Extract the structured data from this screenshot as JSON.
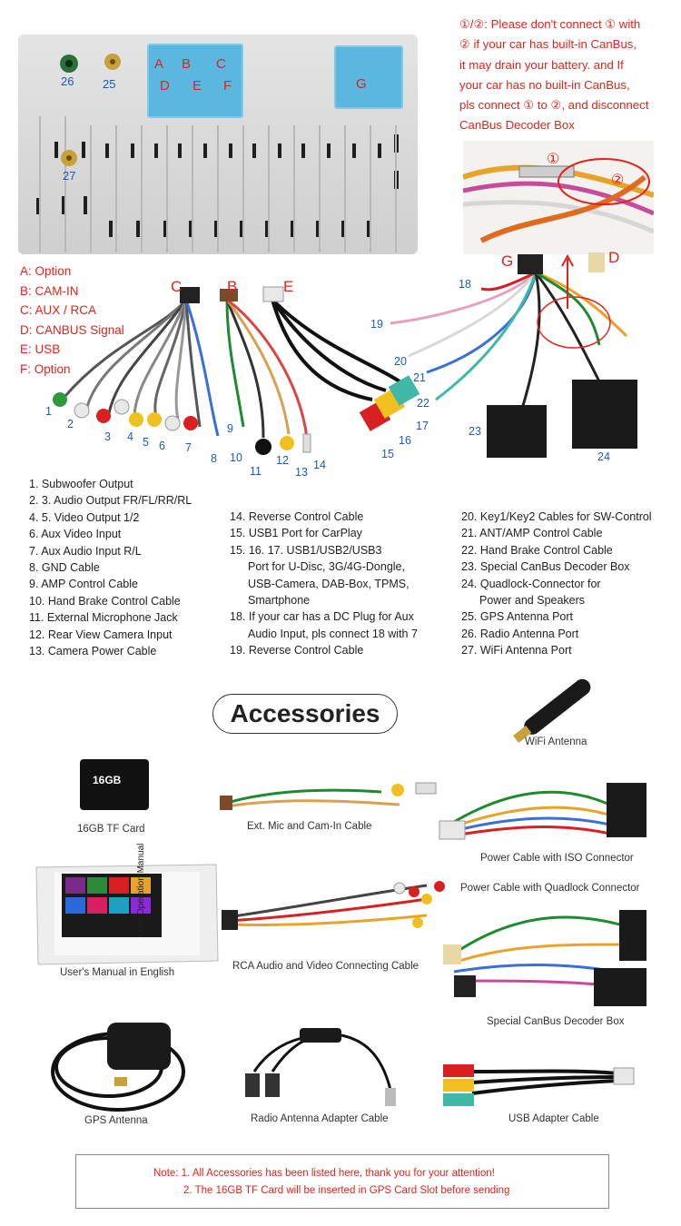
{
  "diagram": {
    "antenna_ports": [
      "26",
      "25",
      "27"
    ],
    "port_letters": [
      "A",
      "B",
      "C",
      "D",
      "E",
      "F",
      "G"
    ],
    "legend": [
      "A: Option",
      "B: CAM-IN",
      "C: AUX / RCA",
      "D: CANBUS Signal",
      "E: USB",
      "F: Option"
    ],
    "warning_lines": [
      "①/②: Please don't connect ① with",
      "② if your car has built-in CanBus,",
      "it may drain your battery. and If",
      "your car has no built-in CanBus,",
      "pls connect ① to ②, and disconnect",
      "CanBus Decoder Box"
    ],
    "circle_labels": [
      "①",
      "②"
    ],
    "cable_group_letters": {
      "c": "C",
      "b": "B",
      "e": "E",
      "g": "G",
      "d": "D"
    },
    "cable_numbers": [
      "1",
      "2",
      "3",
      "4",
      "5",
      "6",
      "7",
      "8",
      "9",
      "10",
      "11",
      "12",
      "13",
      "14",
      "15",
      "16",
      "17",
      "18",
      "19",
      "20",
      "21",
      "22",
      "23",
      "24"
    ]
  },
  "descriptions": {
    "col1": [
      "1. Subwoofer Output",
      "2. 3. Audio Output FR/FL/RR/RL",
      "4. 5. Video Output 1/2",
      "6. Aux Video Input",
      "7. Aux Audio Input R/L",
      "8. GND Cable",
      "9. AMP Control Cable",
      "10. Hand Brake Control Cable",
      "11. External Microphone Jack",
      "12. Rear View Camera Input",
      "13. Camera Power Cable"
    ],
    "col2": [
      "14. Reverse Control Cable",
      "15. USB1 Port for CarPlay",
      "15. 16. 17. USB1/USB2/USB3",
      "Port for U-Disc, 3G/4G-Dongle,",
      "USB-Camera, DAB-Box, TPMS,",
      "Smartphone",
      "18. If your car has a DC Plug for Aux",
      "Audio Input, pls connect 18 with 7",
      "19. Reverse Control Cable"
    ],
    "col3": [
      "20. Key1/Key2 Cables for SW-Control",
      "21. ANT/AMP Control Cable",
      "22. Hand Brake Control Cable",
      "23. Special CanBus Decoder Box",
      "24. Quadlock-Connector for",
      "Power and Speakers",
      "25. GPS Antenna Port",
      "26. Radio Antenna Port",
      "27. WiFi Antenna Port"
    ]
  },
  "accessories": {
    "title": "Accessories",
    "sd_card_text": "16GB",
    "manual_cover_text": "User Operation Manual",
    "items": {
      "wifi": "WiFi Antenna",
      "tf_card": "16GB TF Card",
      "mic_cam": "Ext. Mic and Cam-In Cable",
      "iso_power": "Power Cable with ISO Connector",
      "quadlock_power": "Power Cable with Quadlock Connector",
      "manual": "User's Manual in English",
      "rca": "RCA Audio and Video Connecting Cable",
      "canbus": "Special CanBus Decoder Box",
      "gps": "GPS Antenna",
      "radio_adapter": "Radio Antenna Adapter Cable",
      "usb_adapter": "USB Adapter Cable"
    }
  },
  "note": {
    "line1": "Note: 1. All Accessories has been listed here, thank you for your attention!",
    "line2": "2. The 16GB TF Card will be inserted in GPS Card Slot before sending"
  },
  "colors": {
    "label_red": "#e3231b",
    "number_blue": "#1c5bbd",
    "port_blue": "#5ab8e0"
  }
}
